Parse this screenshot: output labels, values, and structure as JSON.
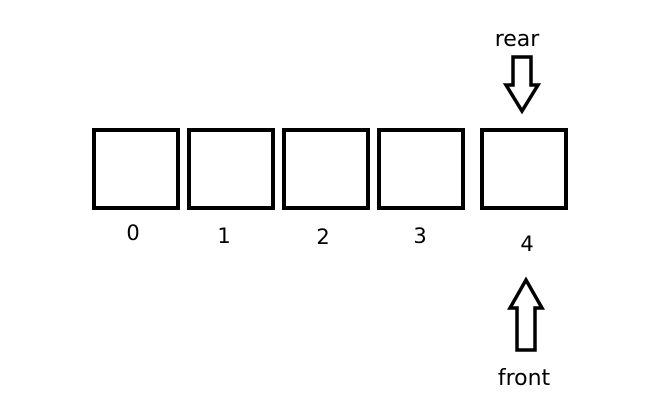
{
  "queue": {
    "indices": [
      "0",
      "1",
      "2",
      "3",
      "4"
    ]
  },
  "pointers": {
    "rear": "rear",
    "front": "front"
  },
  "colors": {
    "stroke": "#000000",
    "background": "#ffffff"
  }
}
